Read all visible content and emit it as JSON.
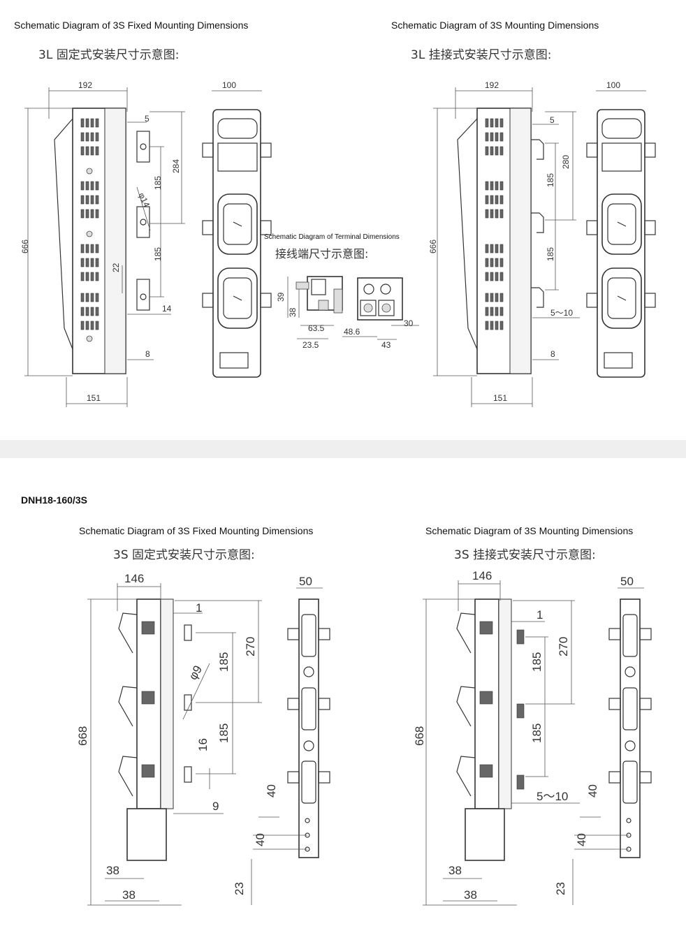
{
  "top": {
    "left_en_title": "Schematic Diagram of 3S Fixed Mounting Dimensions",
    "left_cn_title": "3L 固定式安装尺寸示意图:",
    "right_en_title": "Schematic Diagram of 3S Mounting Dimensions",
    "right_cn_title": "3L 挂接式安装尺寸示意图:",
    "terminal_en_title": "Schematic Diagram of Terminal Dimensions",
    "terminal_cn_title": "接线端尺寸示意图:",
    "left_dims": {
      "w192": "192",
      "w100": "100",
      "h666": "666",
      "d5": "5",
      "d284": "284",
      "d185a": "185",
      "d185b": "185",
      "phi14": "φ14",
      "d22": "22",
      "d14": "14",
      "d8": "8",
      "w151": "151"
    },
    "right_dims": {
      "w192": "192",
      "w100": "100",
      "h666": "666",
      "d5": "5",
      "d280": "280",
      "d185a": "185",
      "d185b": "185",
      "d5to10": "5～10",
      "d8": "8",
      "w151": "151"
    },
    "terminal_dims": {
      "d39": "39",
      "d38": "38",
      "d63": "63.5",
      "d23": "23.5",
      "d48": "48.6",
      "d43": "43",
      "d30": "30"
    }
  },
  "bottom": {
    "model": "DNH18-160/3S",
    "left_en_title": "Schematic Diagram of 3S Fixed Mounting Dimensions",
    "left_cn_title": "3S 固定式安装尺寸示意图:",
    "right_en_title": "Schematic Diagram of 3S Mounting Dimensions",
    "right_cn_title": "3S 挂接式安装尺寸示意图:",
    "left_dims": {
      "w146": "146",
      "w50": "50",
      "h668": "668",
      "d1": "1",
      "d270": "270",
      "d185a": "185",
      "d185b": "185",
      "phi9": "φ9",
      "d16": "16",
      "d9": "9",
      "d40a": "40",
      "d40b": "40",
      "d38a": "38",
      "d38b": "38",
      "d23": "23"
    },
    "right_dims": {
      "w146": "146",
      "w50": "50",
      "h668": "668",
      "d1": "1",
      "d270": "270",
      "d185a": "185",
      "d185b": "185",
      "d5to10": "5～10",
      "d40a": "40",
      "d40b": "40",
      "d38a": "38",
      "d38b": "38",
      "d23": "23"
    }
  }
}
